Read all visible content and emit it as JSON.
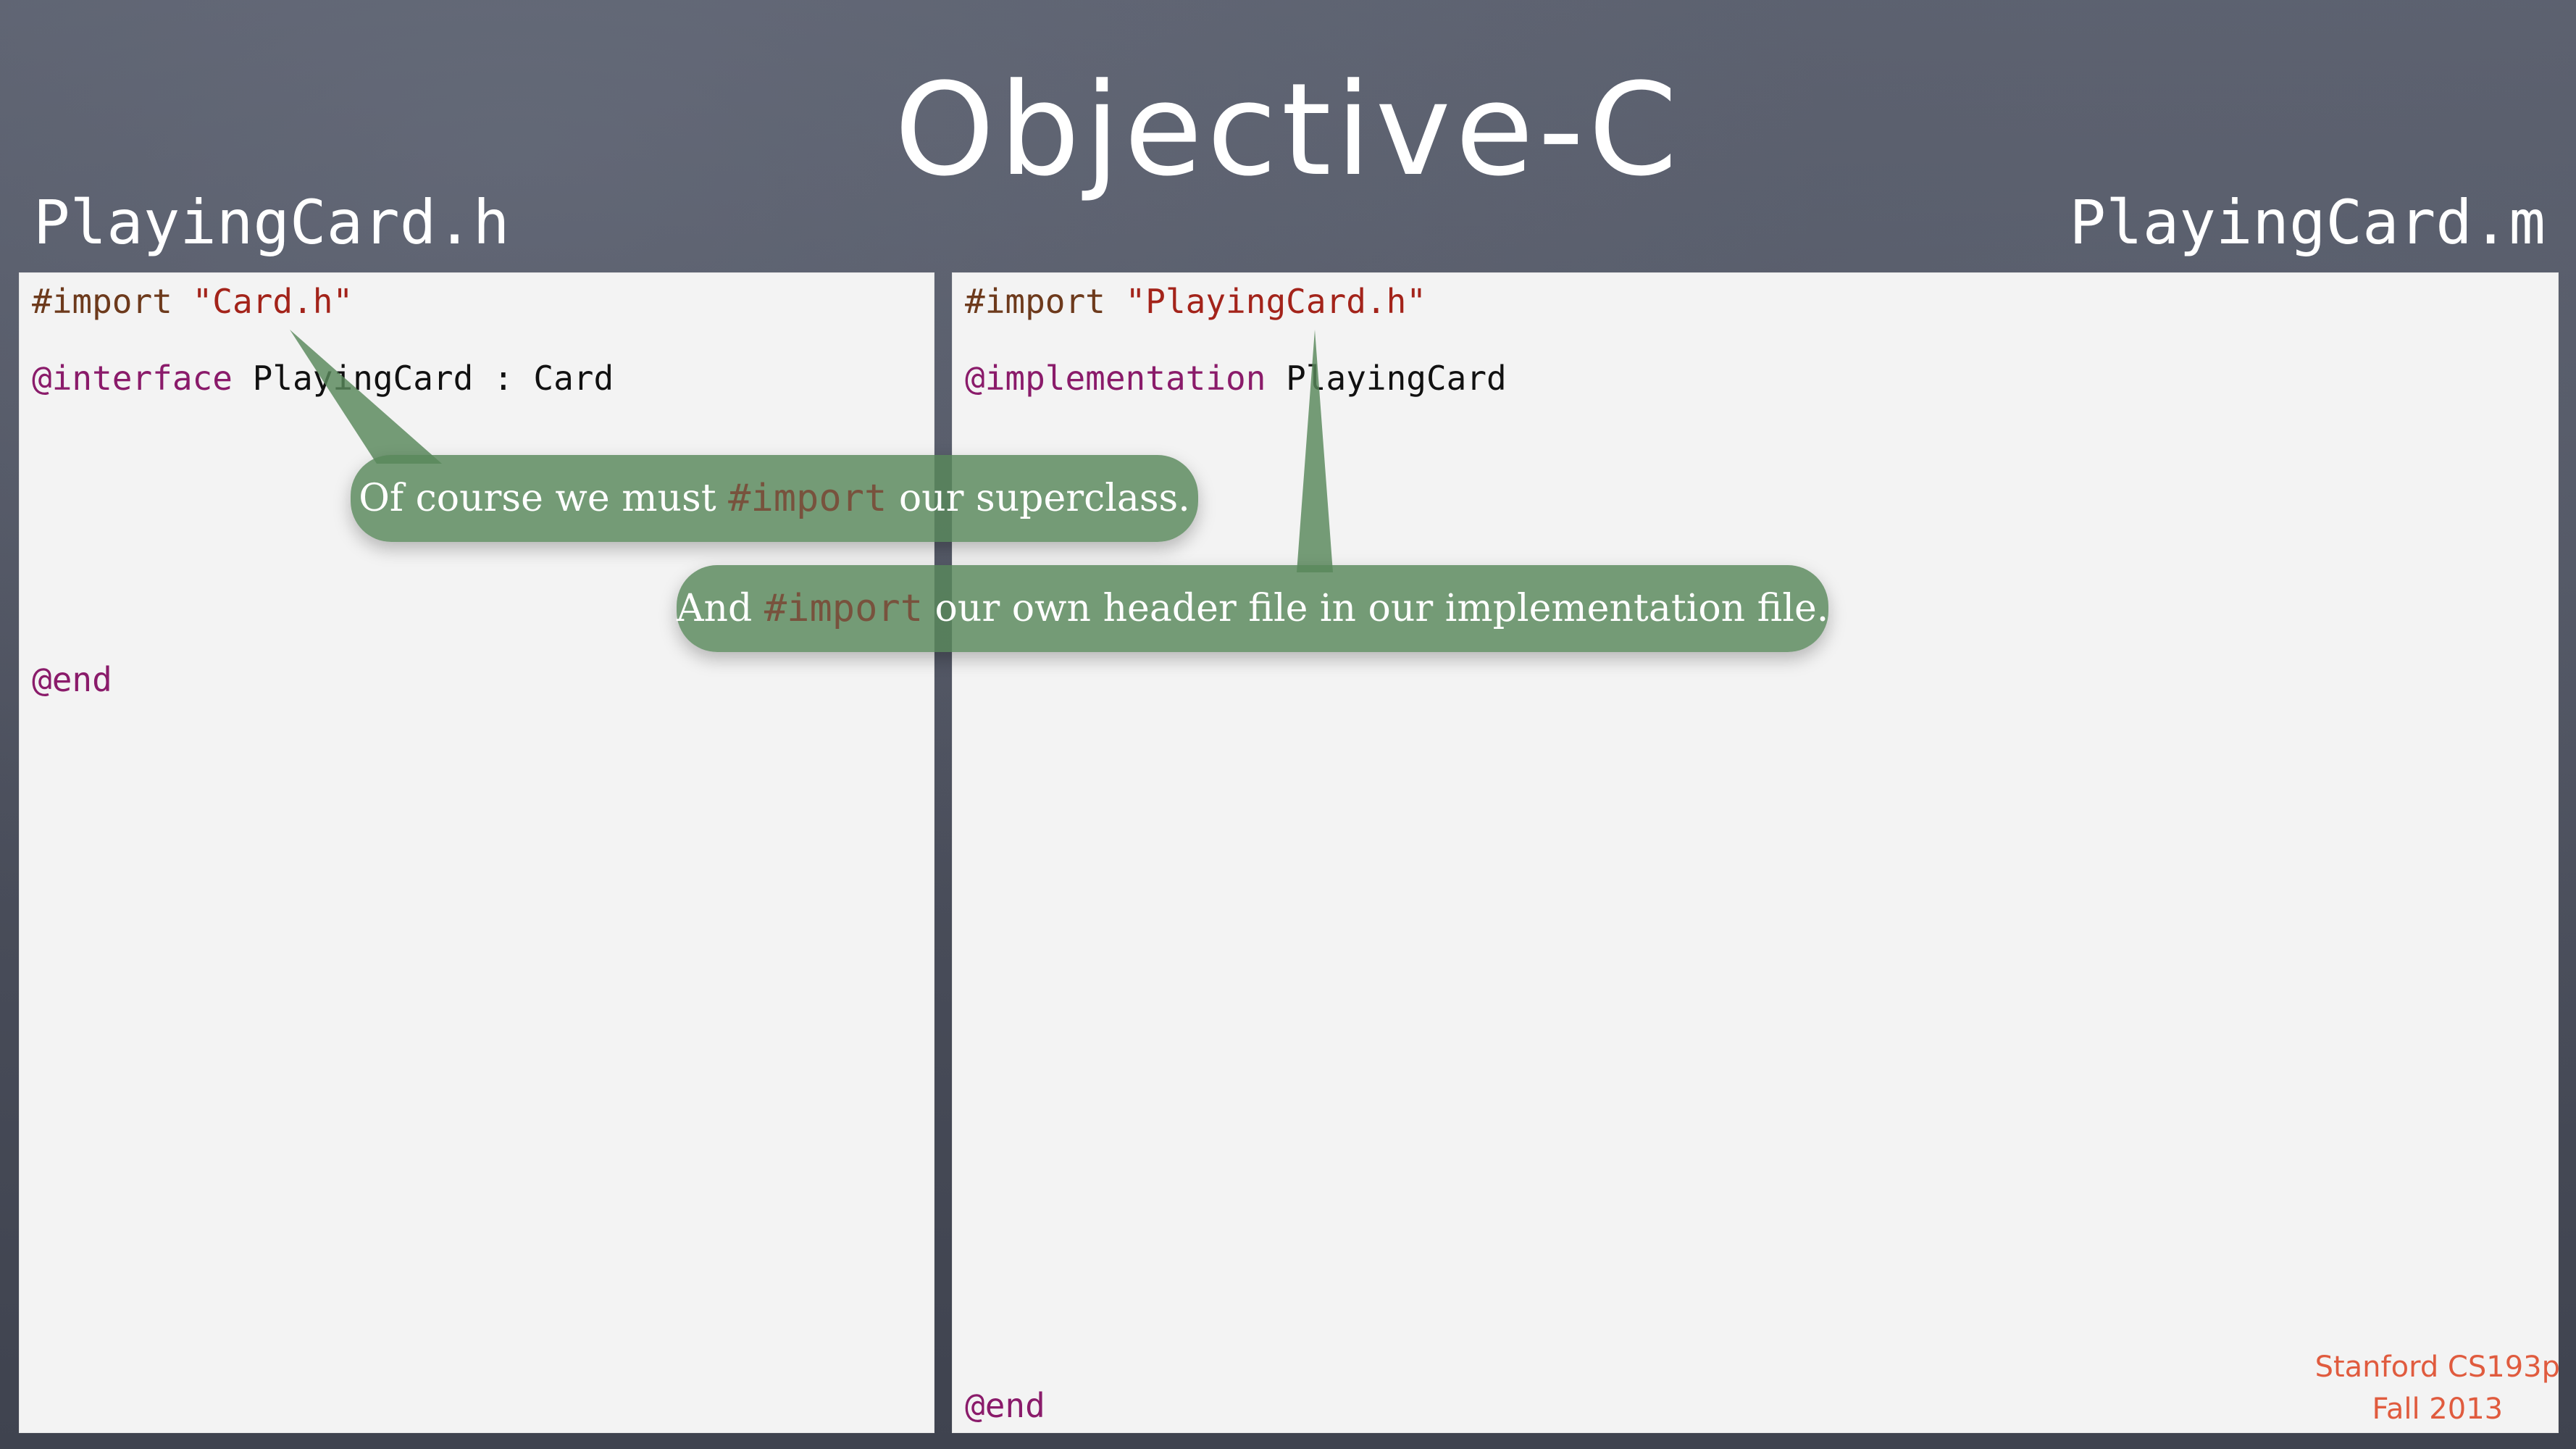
{
  "slide": {
    "title": "Objective-C",
    "left_file_label": "PlayingCard.h",
    "right_file_label": "PlayingCard.m"
  },
  "header_file": {
    "import_directive": "#import",
    "import_target": "\"Card.h\"",
    "interface_keyword": "@interface",
    "interface_decl": " PlayingCard : Card",
    "end_keyword": "@end"
  },
  "implementation_file": {
    "import_directive": "#import",
    "import_target": "\"PlayingCard.h\"",
    "implementation_keyword": "@implementation",
    "implementation_decl": " PlayingCard",
    "end_keyword": "@end"
  },
  "callouts": {
    "superclass": {
      "before": "Of course we must ",
      "code": "#import",
      "after": " our superclass."
    },
    "own_header": {
      "before": "And ",
      "code": "#import",
      "after": " our own header file in our implementation file."
    }
  },
  "credit": {
    "line1": "Stanford CS193p",
    "line2": "Fall 2013"
  },
  "colors": {
    "background": "#4f5360",
    "panel": "#f3f3f3",
    "callout": "#58885a",
    "credit": "#e05b3e",
    "directive": "#6d3a1c",
    "string": "#a3231a",
    "at_keyword": "#8a1b6a"
  }
}
